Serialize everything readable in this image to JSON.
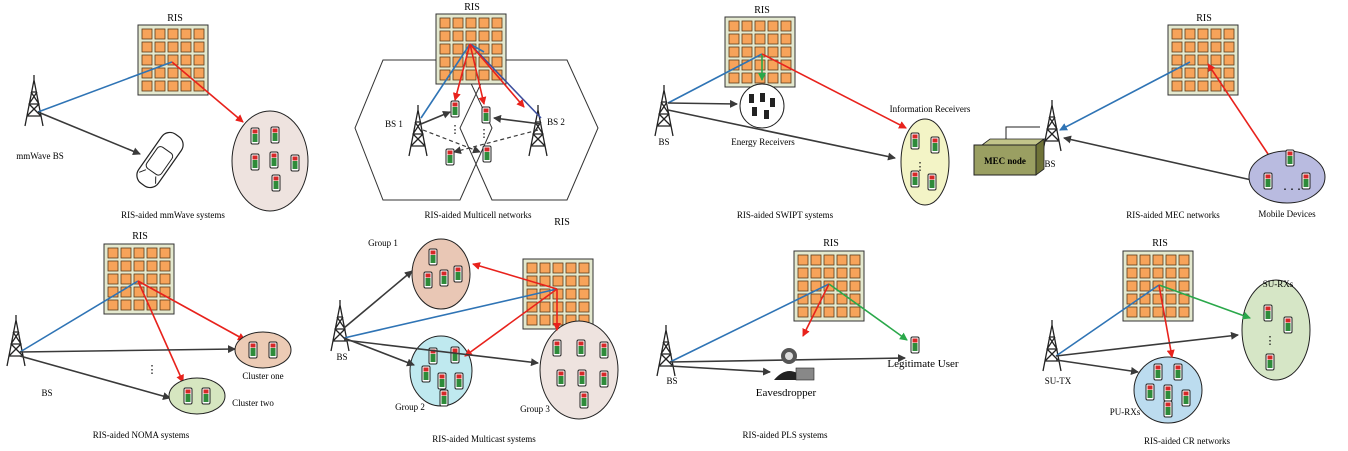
{
  "panels": {
    "mmwave": {
      "ris": "RIS",
      "bs": "mmWave BS",
      "caption": "RIS-aided mmWave systems"
    },
    "multicell": {
      "ris": "RIS",
      "bs1": "BS 1",
      "bs2": "BS 2",
      "caption": "RIS-aided Multicell networks"
    },
    "swipt": {
      "ris": "RIS",
      "bs": "BS",
      "energy": "Energy Receivers",
      "info": "Information Receivers",
      "caption": "RIS-aided SWIPT systems"
    },
    "mec": {
      "ris": "RIS",
      "bs": "BS",
      "node": "MEC node",
      "devices": "Mobile Devices",
      "caption": "RIS-aided MEC networks"
    },
    "noma": {
      "ris": "RIS",
      "bs": "BS",
      "cluster1": "Cluster one",
      "cluster2": "Cluster two",
      "caption": "RIS-aided NOMA systems"
    },
    "multicast": {
      "ris": "RIS",
      "bs": "BS",
      "g1": "Group 1",
      "g2": "Group 2",
      "g3": "Group 3",
      "caption": "RIS-aided Multicast systems"
    },
    "pls": {
      "ris": "RIS",
      "bs": "BS",
      "eve": "Eavesdropper",
      "user": "Legitimate User",
      "caption": "RIS-aided PLS systems"
    },
    "cr": {
      "ris": "RIS",
      "su_tx": "SU-TX",
      "su_rx": "SU-RXs",
      "pu_rx": "PU-RXs",
      "caption": "RIS-aided CR networks"
    }
  },
  "colors": {
    "ris_cell": "#f7a35a",
    "ris_frame": "#e4e9cf",
    "link_blue": "#2f74b5",
    "link_red": "#e8221c",
    "link_green": "#2aa84a",
    "user_oval_pink": "#eee3df",
    "swipt_oval": "#f3f4c6",
    "mec_oval": "#b9bbe0",
    "noma_cluster1": "#eccbb5",
    "noma_cluster2": "#d6e6c0",
    "multicast_g1": "#e9c7b5",
    "multicast_g2": "#bfe9ef",
    "multicast_g3": "#eee3df",
    "cr_su_oval": "#d6e6c6",
    "cr_pu_oval": "#bcdcef",
    "mec_node": "#9a9f62"
  }
}
